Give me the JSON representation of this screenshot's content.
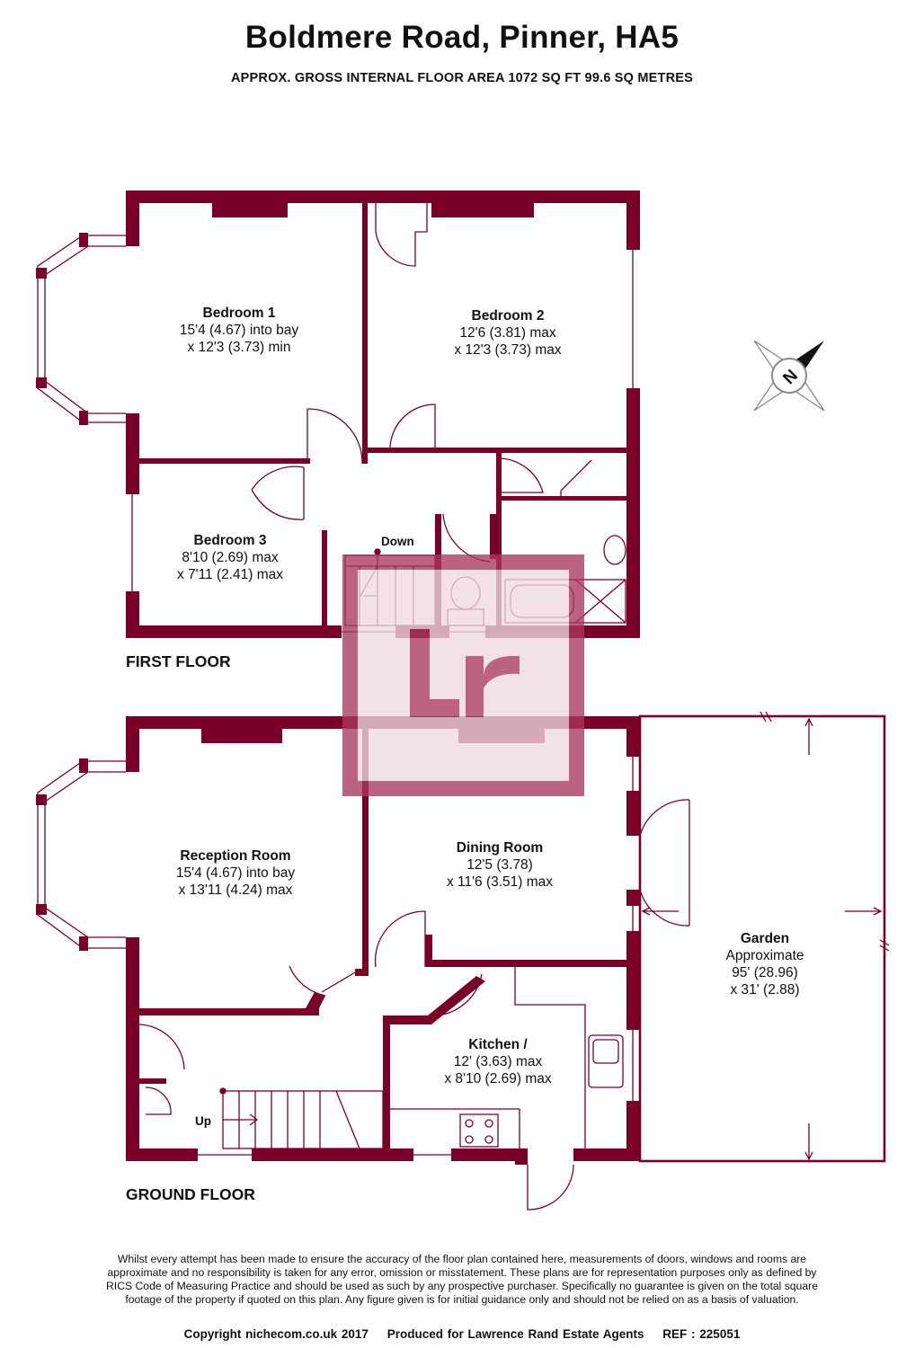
{
  "header": {
    "title": "Boldmere Road, Pinner, HA5",
    "subtitle": "APPROX. GROSS INTERNAL FLOOR AREA 1072 SQ FT 99.6 SQ METRES"
  },
  "colors": {
    "wall": "#7a0028",
    "line": "#7a0028",
    "watermark": "#a8385e",
    "text": "#111111"
  },
  "first_floor": {
    "label": "FIRST FLOOR",
    "stairs_label": "Down",
    "rooms": [
      {
        "name": "Bedroom 1",
        "line1": "15'4 (4.67) into bay",
        "line2": "x 12'3 (3.73) min"
      },
      {
        "name": "Bedroom 2",
        "line1": "12'6 (3.81) max",
        "line2": "x 12'3 (3.73) max"
      },
      {
        "name": "Bedroom 3",
        "line1": "8'10 (2.69) max",
        "line2": "x 7'11 (2.41) max"
      }
    ]
  },
  "ground_floor": {
    "label": "GROUND FLOOR",
    "stairs_label": "Up",
    "rooms": [
      {
        "name": "Reception Room",
        "line1": "15'4 (4.67) into bay",
        "line2": "x 13'11 (4.24) max"
      },
      {
        "name": "Dining Room",
        "line1": "12'5 (3.78)",
        "line2": "x 11'6 (3.51) max"
      },
      {
        "name": "Kitchen /",
        "line1": "12' (3.63) max",
        "line2": "x 8'10 (2.69) max"
      },
      {
        "name": "Garden",
        "line1": "Approximate",
        "line2": "95' (28.96)",
        "line3": "x 31' (2.88)"
      }
    ]
  },
  "compass": {
    "icon": "compass-icon",
    "letter": "N"
  },
  "watermark": {
    "icon": "lr-logo",
    "text": "Lr"
  },
  "disclaimer": "Whilst every attempt has been made to ensure the accuracy of the floor plan contained here, measurements of doors, windows and rooms are approximate and no responsibility is taken for any error, omission or misstatement. These plans are for representation purposes only as defined by RICS Code of Measuring Practice and should be used as such by any prospective purchaser. Specifically no guarantee is given on the total square footage of the property if quoted on this plan. Any figure given is for initial guidance only and should not be relied on as a basis of valuation.",
  "footer": {
    "copyright": "Copyright nichecom.co.uk 2017",
    "produced_for": "Produced for Lawrence Rand Estate Agents",
    "ref": "REF : 225051"
  }
}
